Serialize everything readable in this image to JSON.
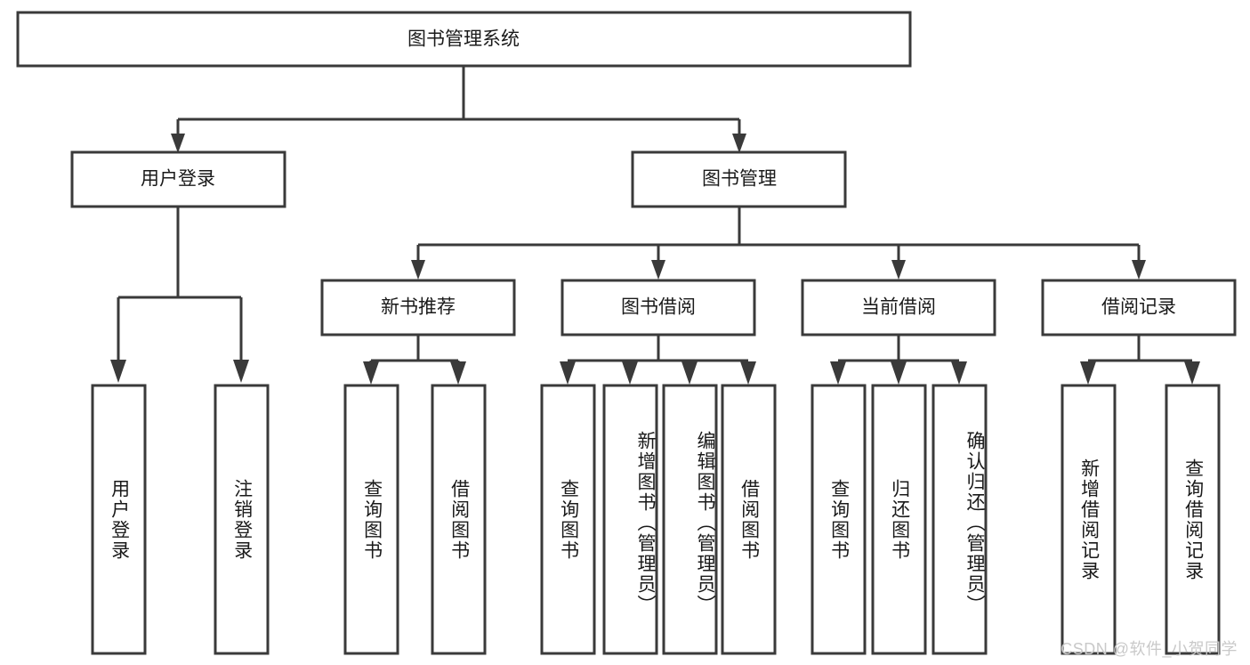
{
  "diagram": {
    "title": "图书管理系统",
    "root": {
      "label": "图书管理系统",
      "name": "root-node-book-management-system"
    },
    "level2": [
      {
        "label": "用户登录",
        "name": "node-user-login"
      },
      {
        "label": "图书管理",
        "name": "node-book-management"
      }
    ],
    "level3": [
      {
        "label": "新书推荐",
        "name": "node-new-book-recommendation"
      },
      {
        "label": "图书借阅",
        "name": "node-book-borrow"
      },
      {
        "label": "当前借阅",
        "name": "node-current-borrow"
      },
      {
        "label": "借阅记录",
        "name": "node-borrow-record"
      }
    ],
    "leaves": {
      "user_login": [
        {
          "label": "用户登录",
          "name": "leaf-user-login"
        },
        {
          "label": "注销登录",
          "name": "leaf-logout"
        }
      ],
      "new_book_recommendation": [
        {
          "label": "查询图书",
          "name": "leaf-query-book-1"
        },
        {
          "label": "借阅图书",
          "name": "leaf-borrow-book-1"
        }
      ],
      "book_borrow": [
        {
          "label": "查询图书",
          "name": "leaf-query-book-2"
        },
        {
          "label": "新增图书（管理员）",
          "name": "leaf-add-book-admin"
        },
        {
          "label": "编辑图书（管理员）",
          "name": "leaf-edit-book-admin"
        },
        {
          "label": "借阅图书",
          "name": "leaf-borrow-book-2"
        }
      ],
      "current_borrow": [
        {
          "label": "查询图书",
          "name": "leaf-query-book-3"
        },
        {
          "label": "归还图书",
          "name": "leaf-return-book"
        },
        {
          "label": "确认归还（管理员）",
          "name": "leaf-confirm-return-admin"
        }
      ],
      "borrow_record": [
        {
          "label": "新增借阅记录",
          "name": "leaf-add-borrow-record"
        },
        {
          "label": "查询借阅记录",
          "name": "leaf-query-borrow-record"
        }
      ]
    }
  },
  "watermark": {
    "text": "CSDN @软件_小贺同学"
  },
  "colors": {
    "stroke": "#3a3a3a",
    "box_fill": "#ffffff",
    "text": "#1a1a1a",
    "watermark": "#c9c9c9",
    "background": "#ffffff"
  }
}
